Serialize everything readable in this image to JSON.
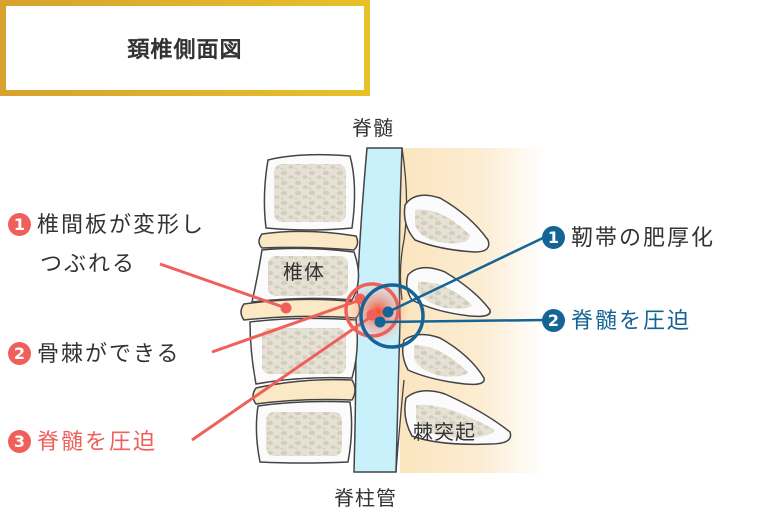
{
  "title": "頚椎側面図",
  "colors": {
    "title_border": "#dcae2e",
    "red_accent": "#f0605a",
    "blue_accent": "#146496",
    "spinal_cord": "#c9f1fb",
    "bone_fill": "#e2ddd0",
    "disc_fill": "#fbe9c6",
    "ligament_bg": "#fbe7c4"
  },
  "anatomy_labels": {
    "spinal_cord": "脊髄",
    "vertebral_body": "椎体",
    "spinous_process": "棘突起",
    "spinal_canal": "脊柱管"
  },
  "left_callouts": [
    {
      "number": "1",
      "text_line1": "椎間板が変形し",
      "text_line2": "つぶれる",
      "color": "dark"
    },
    {
      "number": "2",
      "text_line1": "骨棘ができる",
      "color": "dark"
    },
    {
      "number": "3",
      "text_line1": "脊髄を圧迫",
      "color": "red"
    }
  ],
  "right_callouts": [
    {
      "number": "1",
      "text_line1": "靭帯の肥厚化",
      "color": "dark"
    },
    {
      "number": "2",
      "text_line1": "脊髄を圧迫",
      "color": "blue"
    }
  ]
}
